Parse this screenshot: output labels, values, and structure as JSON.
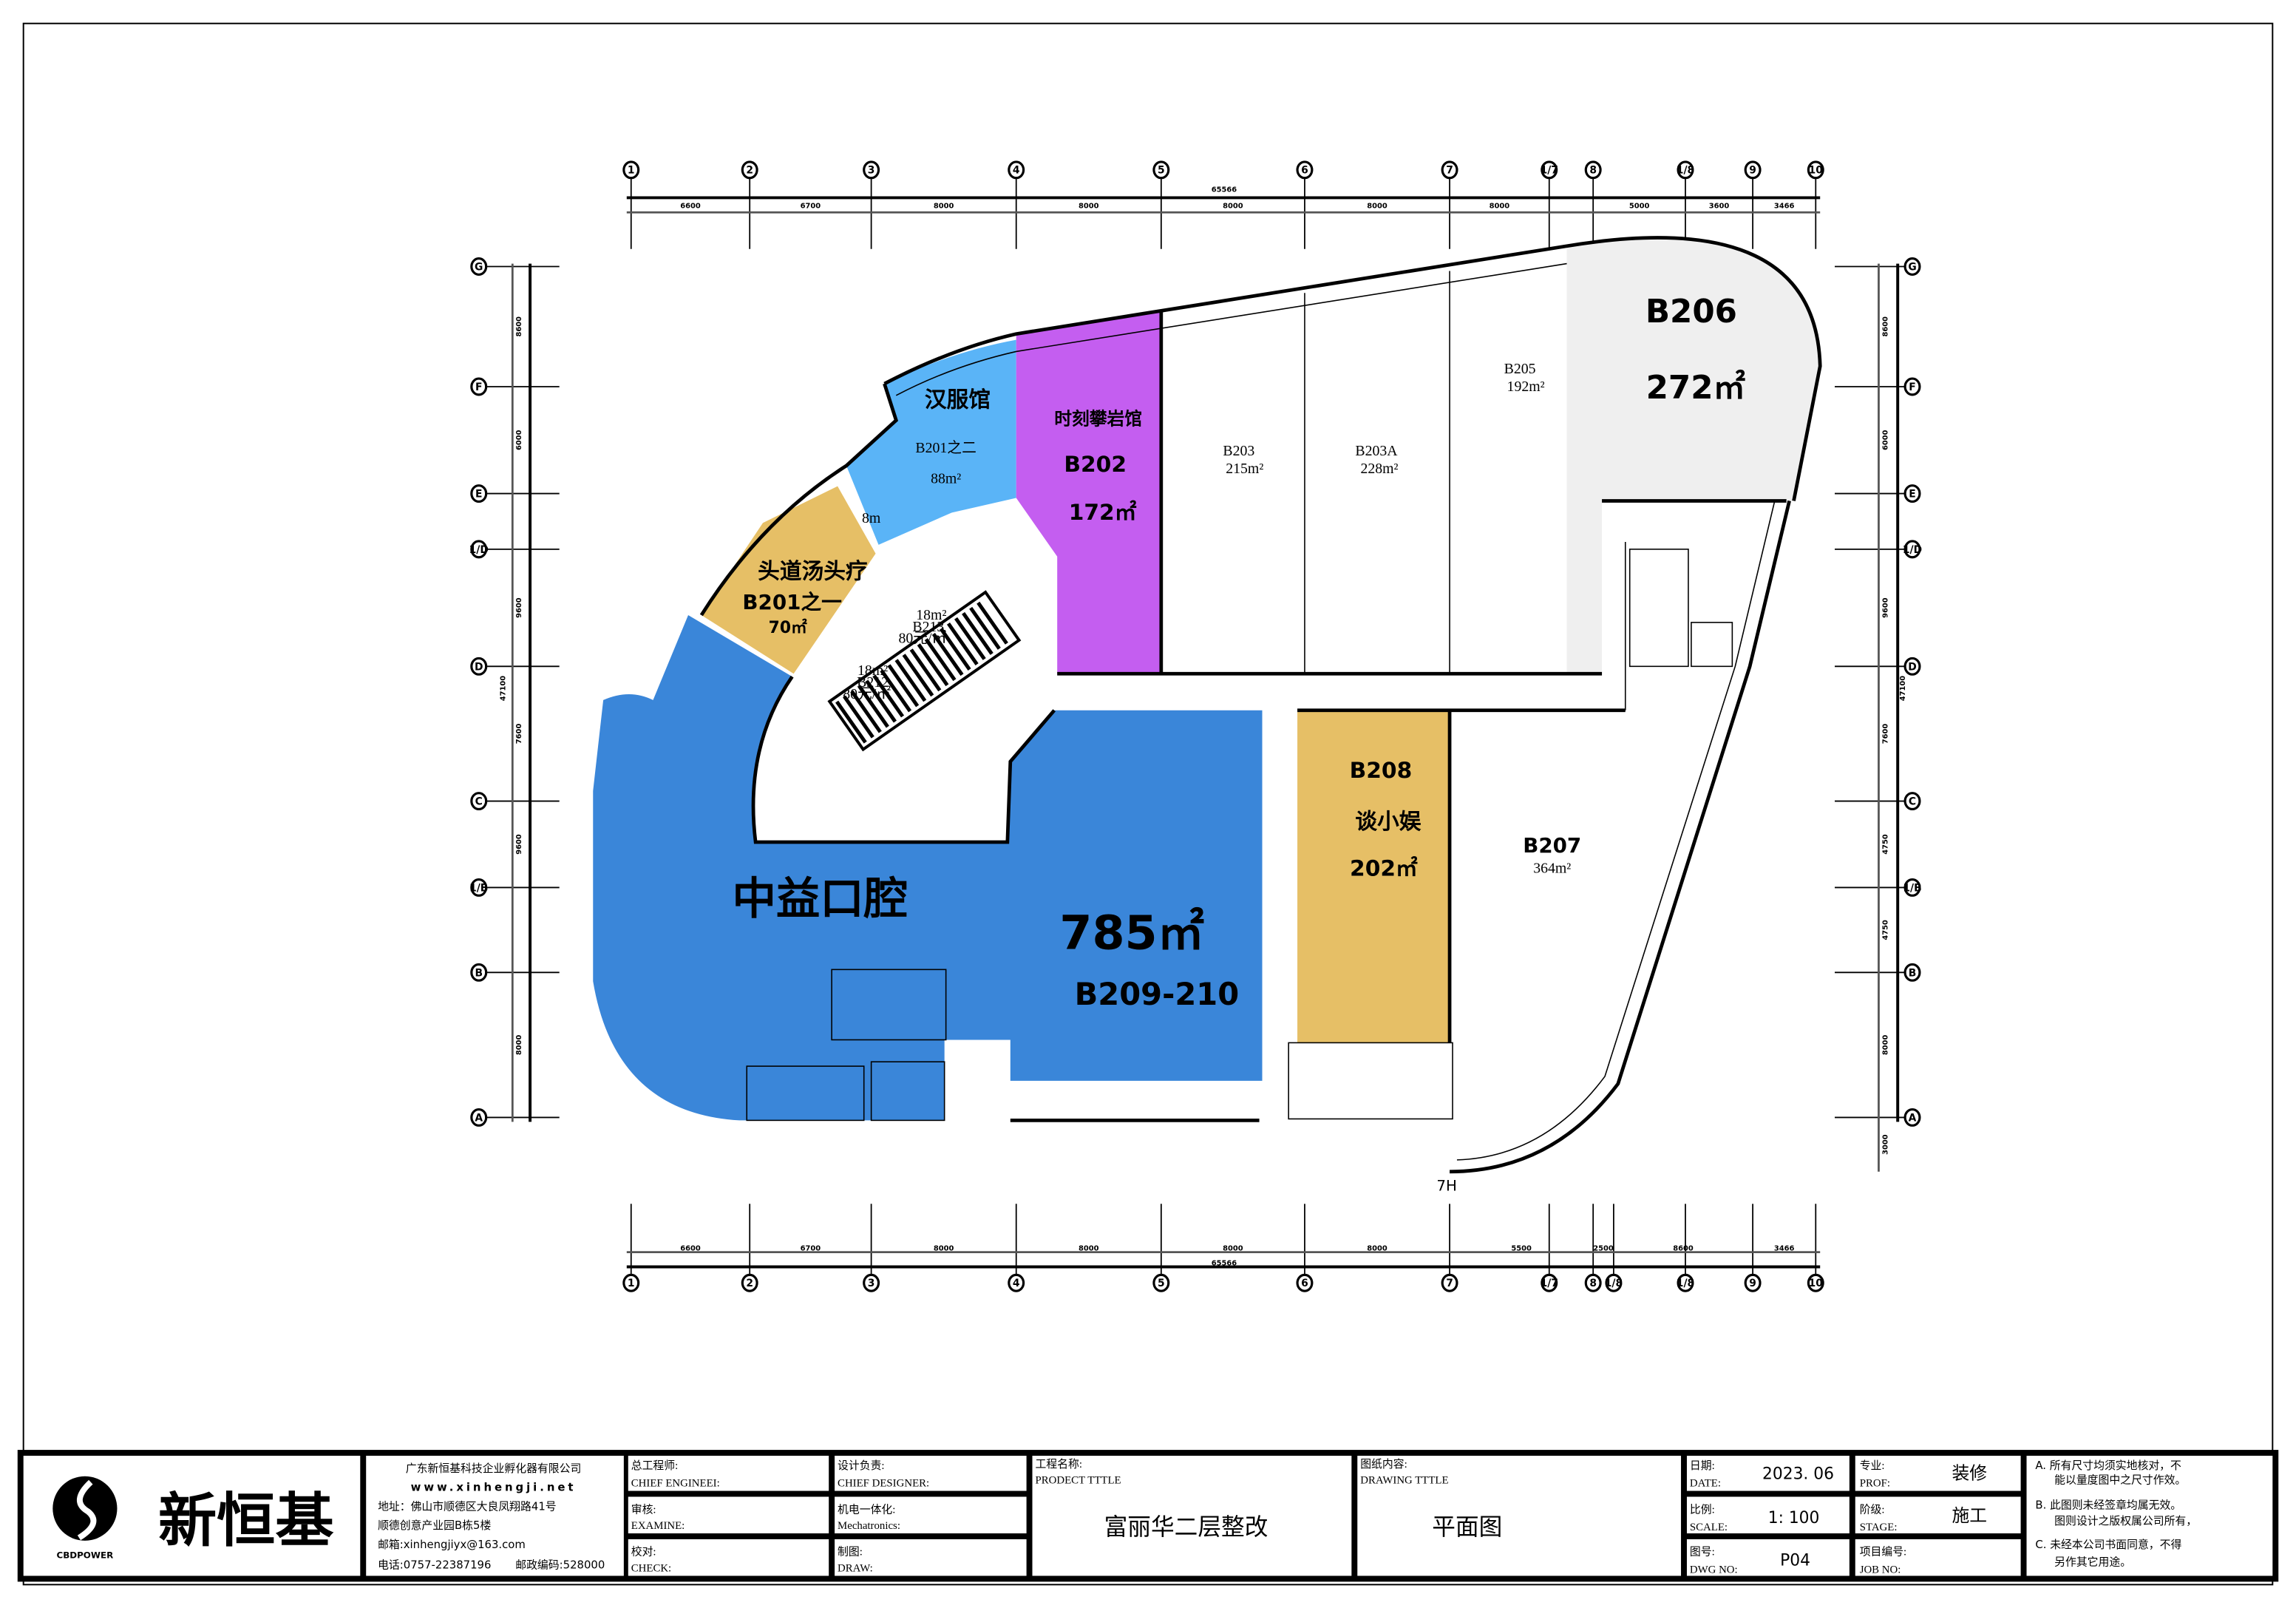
{
  "colors": {
    "clinic": "#3a86d9",
    "tan": "#e6bf66",
    "lightblue": "#5ab4f7",
    "purple": "#c45ef0",
    "gray": "#efefef"
  },
  "grid": {
    "top_axes": [
      "1",
      "2",
      "3",
      "4",
      "5",
      "6",
      "7",
      "1/7",
      "8",
      "1/8",
      "9",
      "10"
    ],
    "top_dims": [
      "6600",
      "6700",
      "8000",
      "8000",
      "8000",
      "8000",
      "8000",
      "5000",
      "3600",
      "3466"
    ],
    "total_width": "65566",
    "bottom_axes": [
      "1",
      "2",
      "3",
      "4",
      "5",
      "6",
      "7",
      "1/7",
      "8",
      "1/8",
      "1/8",
      "9",
      "10"
    ],
    "bottom_dims": [
      "6600",
      "6700",
      "8000",
      "8000",
      "8000",
      "8000",
      "5500",
      "2500",
      "8600",
      "3466"
    ],
    "side_axes": [
      "G",
      "F",
      "E",
      "1/D",
      "D",
      "C",
      "1/B",
      "B",
      "A"
    ],
    "left_dims": [
      "8600",
      "6000",
      "9600",
      "7600",
      "9600",
      "8000"
    ],
    "right_dims": [
      "8600",
      "6000",
      "9600",
      "7600",
      "4750",
      "4750",
      "8000",
      "3000"
    ],
    "total_height": "47100"
  },
  "rooms": {
    "b209": {
      "name": "中益口腔",
      "area": "785㎡",
      "code": "B209-210"
    },
    "b201a": {
      "name": "头道汤头疗",
      "code": "B201之一",
      "area": "70㎡"
    },
    "b201b": {
      "name": "汉服馆",
      "code": "B201之二",
      "area": "88m²",
      "note": "8m"
    },
    "b202": {
      "name": "时刻攀岩馆",
      "code": "B202",
      "area": "172㎡"
    },
    "b203": {
      "code": "B203",
      "area": "215m²"
    },
    "b203a": {
      "code": "B203A",
      "area": "228m²"
    },
    "b205": {
      "code": "B205",
      "area": "192m²"
    },
    "b206": {
      "code": "B206",
      "area": "272㎡"
    },
    "b207": {
      "code": "B207",
      "area": "364m²"
    },
    "b208": {
      "code": "B208",
      "name": "谈小娱",
      "area": "202㎡"
    },
    "b212": {
      "area": "18m²",
      "code": "B212",
      "price": "80元/㎡"
    },
    "b213": {
      "area": "18m²",
      "code": "B213",
      "price": "80元/㎡"
    },
    "stair_note": "7H"
  },
  "titleblock": {
    "logo_text": "新恒基",
    "logo_sub": "CBDPOWER",
    "company": "广东新恒基科技企业孵化器有限公司",
    "website": "www.xinhengji.net",
    "address1": "地址：佛山市顺德区大良凤翔路41号",
    "address2": "顺德创意产业园B栋5楼",
    "email": "邮箱:xinhengjiyx@163.com",
    "phone": "电话:0757-22387196",
    "postcode": "邮政编码:528000",
    "chief_engineer_cn": "总工程师:",
    "chief_engineer_en": "CHIEF ENGINEEI:",
    "examine_cn": "审核:",
    "examine_en": "EXAMINE:",
    "check_cn": "校对:",
    "check_en": "CHECK:",
    "designer_cn": "设计负责:",
    "designer_en": "CHIEF DESIGNER:",
    "mech_cn": "机电一体化:",
    "mech_en": "Mechatronics:",
    "draw_cn": "制图:",
    "draw_en": "DRAW:",
    "project_cn": "工程名称:",
    "project_en": "PRODECT TTTLE",
    "project_value": "富丽华二层整改",
    "drawing_cn": "图纸内容:",
    "drawing_en": "DRAWING TTTLE",
    "drawing_value": "平面图",
    "date_cn": "日期:",
    "date_en": "DATE:",
    "date_value": "2023. 06",
    "scale_cn": "比例:",
    "scale_en": "SCALE:",
    "scale_value": "1: 100",
    "dwg_cn": "图号:",
    "dwg_en": "DWG NO:",
    "dwg_value": "P04",
    "prof_cn": "专业:",
    "prof_en": "PROF:",
    "prof_value": "装修",
    "stage_cn": "阶级:",
    "stage_en": "STAGE:",
    "stage_value": "施工",
    "job_cn": "项目编号:",
    "job_en": "JOB NO:",
    "notes": [
      "A. 所有尺寸均须实地核对，不",
      "能以量度图中之尺寸作效。",
      "B. 此图则未经签章均属无效。",
      "图则设计之版权属公司所有，",
      "C. 未经本公司书面同意，不得",
      "另作其它用途。"
    ]
  }
}
